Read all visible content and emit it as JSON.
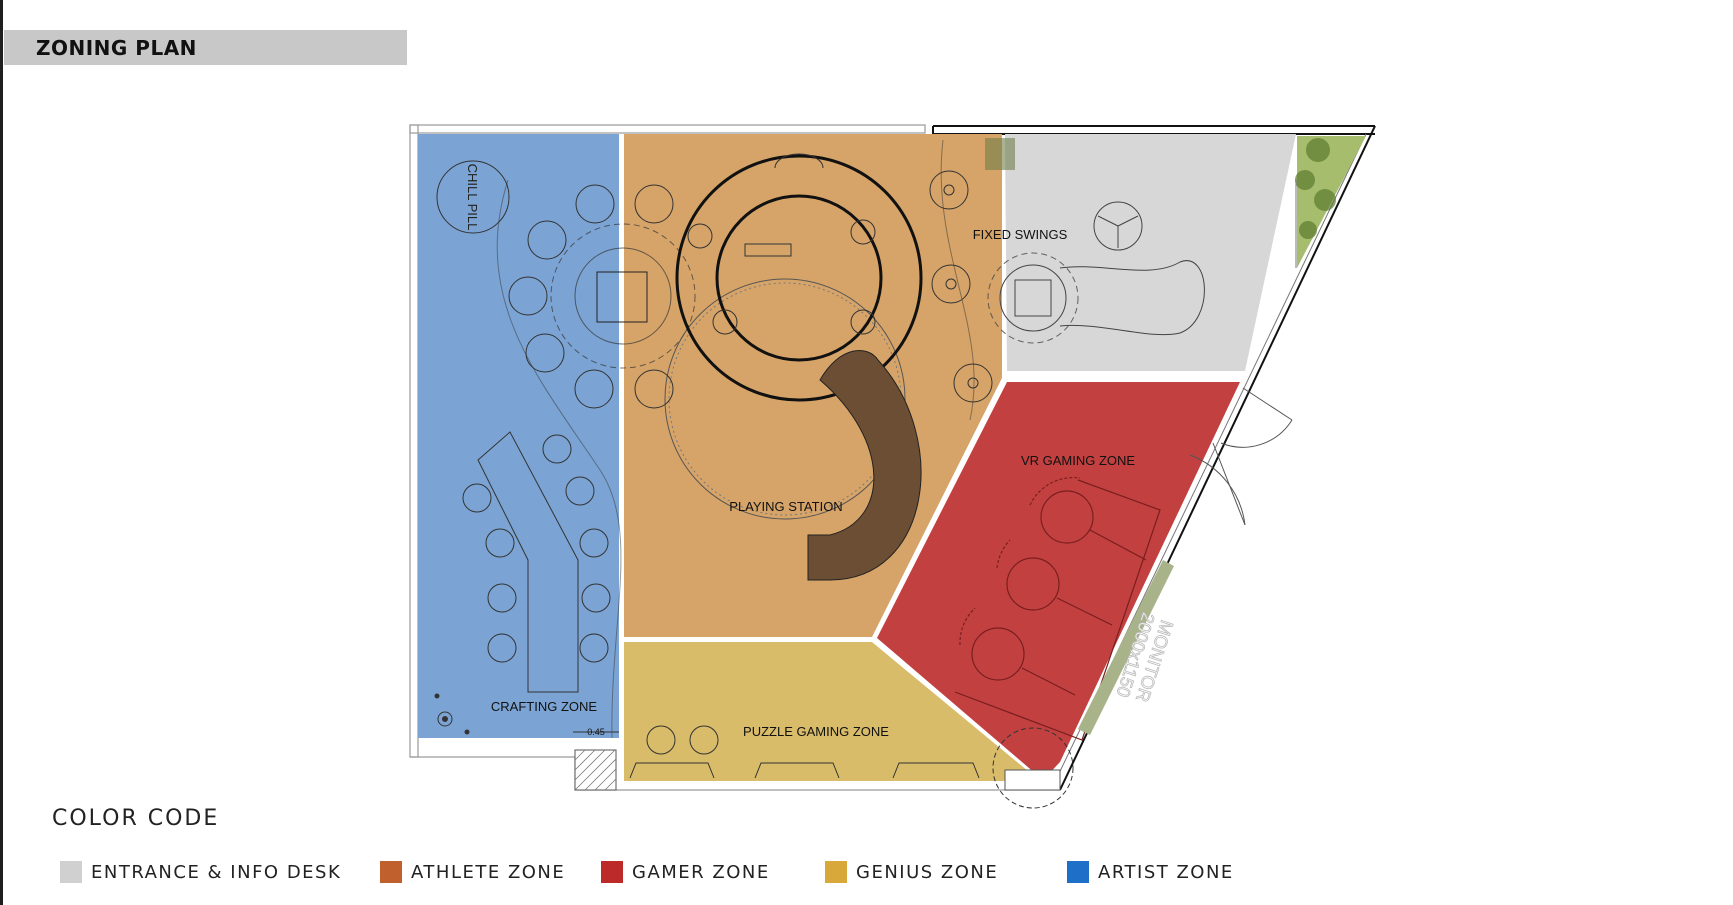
{
  "title": "ZONING PLAN",
  "labels": {
    "chill_pill": "CHILL PILL",
    "crafting_zone": "CRAFTING ZONE",
    "playing_station": "PLAYING STATION",
    "fixed_swings": "FIXED SWINGS",
    "vr_gaming_zone": "VR GAMING ZONE",
    "puzzle_gaming_zone": "PUZZLE GAMING ZONE",
    "monitor_line1": "MONITOR",
    "monitor_line2": "2000x1150",
    "dimension": "0.45"
  },
  "legend": {
    "title": "COLOR CODE",
    "items": [
      {
        "label": "ENTRANCE & INFO DESK",
        "color": "#d0d0d0"
      },
      {
        "label": "ATHLETE ZONE",
        "color": "#c0612d"
      },
      {
        "label": "GAMER ZONE",
        "color": "#bd2a2a"
      },
      {
        "label": "GENIUS ZONE",
        "color": "#d9a83a"
      },
      {
        "label": "ARTIST ZONE",
        "color": "#1e6fc8"
      }
    ]
  },
  "zone_colors": {
    "artist": "#7ba4d4",
    "athlete": "#d6a468",
    "gamer": "#c24040",
    "genius": "#d9bc6a",
    "entrance": "#d7d7d7",
    "slide": "#6b4e33"
  }
}
